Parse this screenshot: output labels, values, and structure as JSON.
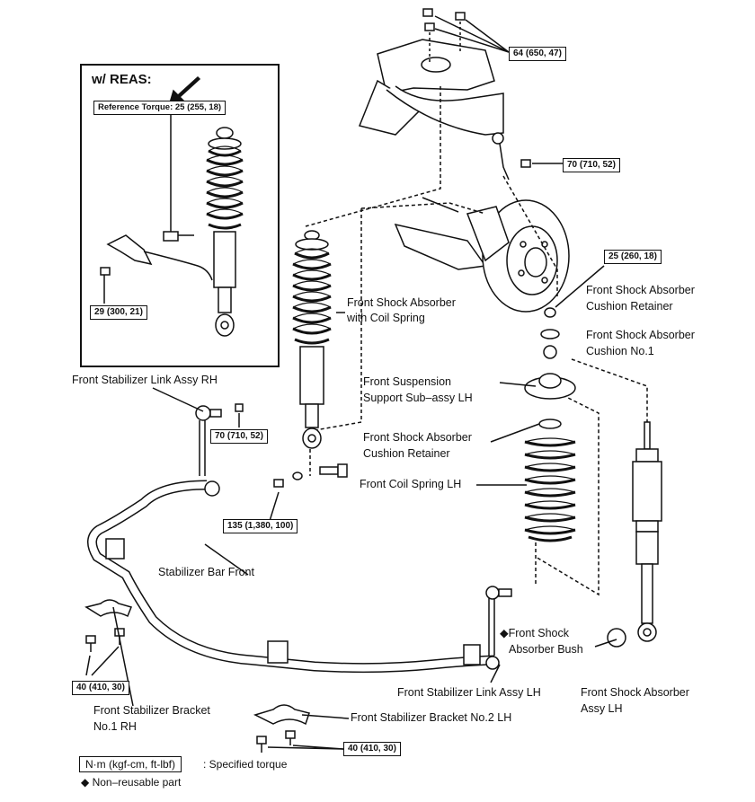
{
  "inset": {
    "title": "w/ REAS:",
    "reference_torque": "Reference Torque: 25 (255, 18)",
    "torque_bolt": "29 (300, 21)"
  },
  "torques": {
    "top_nuts": "64 (650, 47)",
    "knuckle": "70 (710, 52)",
    "cushion_nut": "25 (260, 18)",
    "link_rh": "70 (710, 52)",
    "lower_bolt": "135 (1,380, 100)",
    "bracket_rh": "40 (410, 30)",
    "bracket_no2": "40 (410, 30)"
  },
  "labels": {
    "shock_with_spring_1": "Front Shock Absorber",
    "shock_with_spring_2": "with Coil Spring",
    "link_rh": "Front Stabilizer Link Assy RH",
    "cushion_retainer_top_1": "Front Shock Absorber",
    "cushion_retainer_top_2": "Cushion Retainer",
    "cushion_no1_1": "Front Shock Absorber",
    "cushion_no1_2": "Cushion No.1",
    "support_1": "Front Suspension",
    "support_2": "Support Sub–assy LH",
    "cushion_retainer_low_1": "Front Shock Absorber",
    "cushion_retainer_low_2": "Cushion Retainer",
    "coil_spring": "Front Coil Spring LH",
    "stab_bar": "Stabilizer Bar Front",
    "bush_1": "◆Front Shock",
    "bush_2": "Absorber Bush",
    "link_lh": "Front Stabilizer Link Assy LH",
    "shock_lh_1": "Front Shock Absorber",
    "shock_lh_2": "Assy LH",
    "bracket_rh_1": "Front Stabilizer Bracket",
    "bracket_rh_2": "No.1 RH",
    "bracket_no2": "Front Stabilizer Bracket No.2 LH"
  },
  "legend": {
    "unit": "N·m (kgf-cm, ft-lbf)",
    "unit_desc": ": Specified torque",
    "nonreusable": "◆ Non–reusable part"
  }
}
